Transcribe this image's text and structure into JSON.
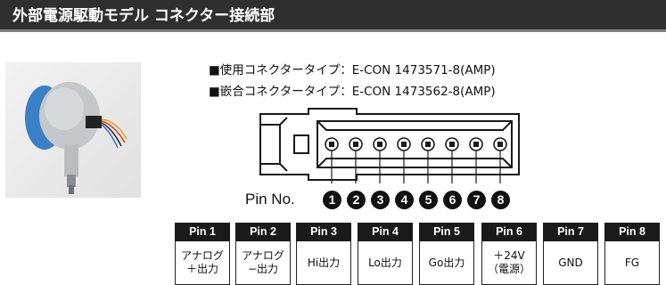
{
  "header": {
    "title": "外部電源駆動モデル コネクター接続部"
  },
  "specs": [
    "■使用コネクタータイプ：E-CON 1473571-8(AMP)",
    "■嵌合コネクタータイプ：E-CON 1473562-8(AMP)"
  ],
  "pin_no_label": "Pin No.",
  "pin_numbers": [
    "1",
    "2",
    "3",
    "4",
    "5",
    "6",
    "7",
    "8"
  ],
  "pins": [
    {
      "name": "Pin 1",
      "function": "アナログ\n＋出力"
    },
    {
      "name": "Pin 2",
      "function": "アナログ\n−出力"
    },
    {
      "name": "Pin 3",
      "function": "Hi出力"
    },
    {
      "name": "Pin 4",
      "function": "Lo出力"
    },
    {
      "name": "Pin 5",
      "function": "Go出力"
    },
    {
      "name": "Pin 6",
      "function": "＋24V\n（電源）"
    },
    {
      "name": "Pin 7",
      "function": "GND"
    },
    {
      "name": "Pin 8",
      "function": "FG"
    }
  ],
  "colors": {
    "header_bg": "#2f2f2f",
    "sensor_body": "#bfc3c6",
    "sensor_ring": "#3b7fc4"
  }
}
